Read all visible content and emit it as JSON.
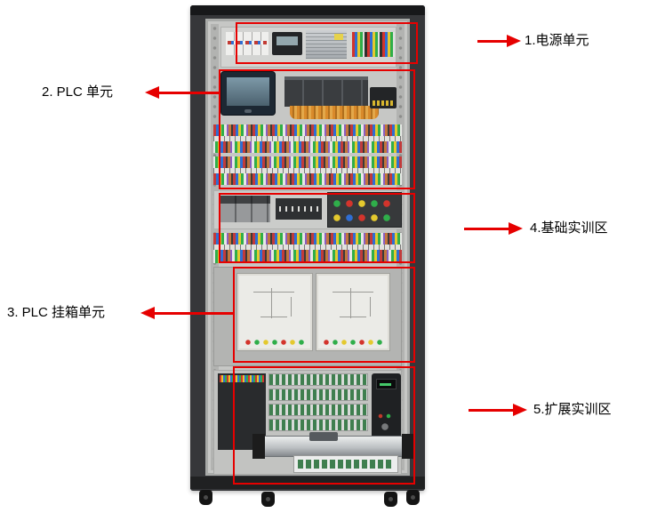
{
  "annotations": [
    {
      "label": "1.电源单元",
      "side": "right"
    },
    {
      "label": "2. PLC 单元",
      "side": "left"
    },
    {
      "label": "3. PLC 挂箱单元",
      "side": "left"
    },
    {
      "label": "4.基础实训区",
      "side": "right"
    },
    {
      "label": "5.扩展实训区",
      "side": "right"
    }
  ],
  "colors": {
    "annotation_red": "#e60000",
    "background": "#ffffff",
    "cabinet_dark": "#36373a",
    "panel_gray": "#c6c7c5"
  }
}
